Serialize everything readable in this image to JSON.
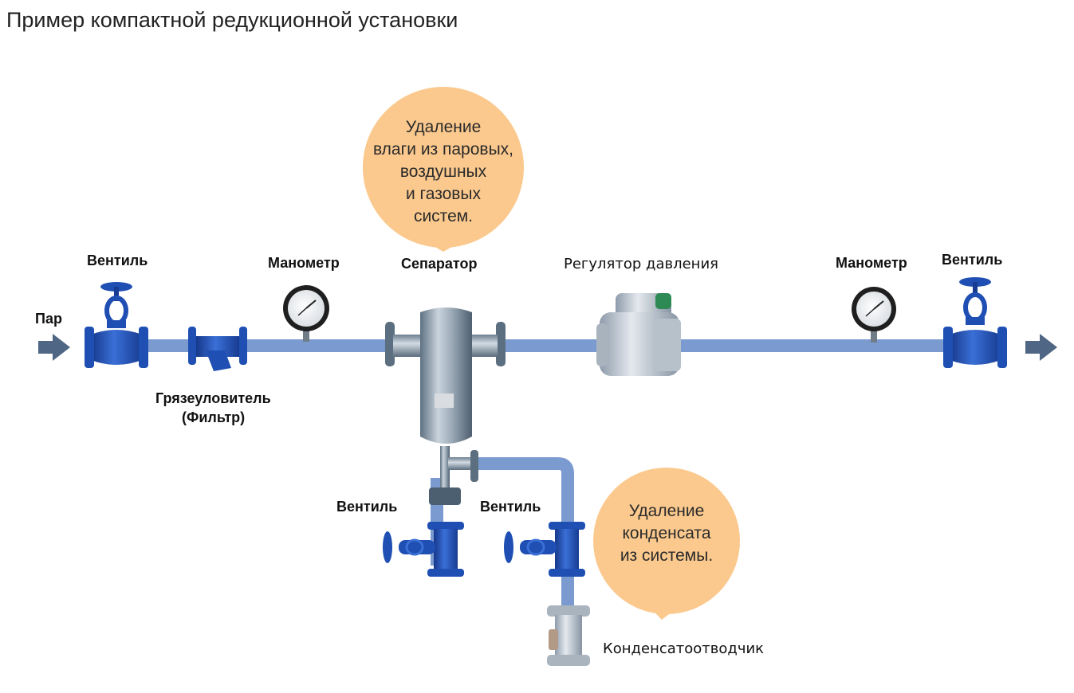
{
  "title": "Пример компактной редукционной установки",
  "colors": {
    "pipe": "#7b9bd0",
    "bubble": "#fbc98e",
    "arrow": "#4f6784",
    "valve_blue": "#1f4fb3",
    "steel": "#9aa7b5"
  },
  "inlet_label": "Пар",
  "components": {
    "valve_inlet": "Вентиль",
    "strainer": "Грязеуловитель\n(Фильтр)",
    "strainer_line1": "Грязеуловитель",
    "strainer_line2": "(Фильтр)",
    "gauge_1": "Манометр",
    "separator": "Сепаратор",
    "pressure_regulator": "Регулятор давления",
    "gauge_2": "Манометр",
    "valve_outlet": "Вентиль",
    "valve_drain_left": "Вентиль",
    "valve_drain_right": "Вентиль",
    "steam_trap": "Конденсатоотводчик"
  },
  "callouts": {
    "separator": {
      "lines": [
        "Удаление",
        "влаги из паровых,",
        "воздушных",
        "и газовых",
        "систем."
      ]
    },
    "trap": {
      "lines": [
        "Удаление",
        "конденсата",
        "из системы."
      ]
    }
  }
}
